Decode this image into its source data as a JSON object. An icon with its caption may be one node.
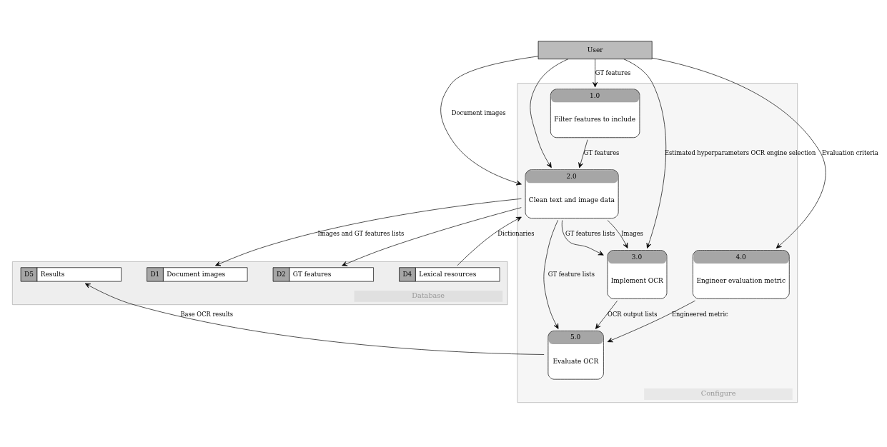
{
  "diagram": {
    "nodes": [
      {
        "text": [
          "User"
        ]
      },
      {
        "text": [
          "Configure"
        ]
      },
      {
        "text": [
          "2.0",
          "Clean text and image data"
        ],
        "in": 1
      },
      {
        "text": [
          "3.0",
          "Implement OCR"
        ],
        "in": 1
      },
      {
        "text": [
          "1.0",
          "Filter features to include"
        ],
        "in": 1
      },
      {
        "text": [
          "4.0",
          "Engineer evaluation metric"
        ],
        "in": 1
      },
      {
        "text": [
          "5.0",
          "Evaluate OCR"
        ],
        "in": 1
      },
      {
        "text": [
          "Database"
        ]
      },
      {
        "text": [
          "D1",
          "Document images"
        ],
        "in": 7
      },
      {
        "text": [
          "D2",
          "GT features"
        ],
        "in": 7
      },
      {
        "text": [
          "D4",
          "Lexical resources"
        ],
        "in": 7
      },
      {
        "text": [
          "D5",
          "Results"
        ],
        "in": 7
      }
    ],
    "edges": [
      {
        "from": 0,
        "to": 5,
        "arrow": "to",
        "label": "Evaluation criteria"
      },
      {
        "from": 0,
        "to": 4,
        "arrow": "to",
        "label": "GT features"
      },
      {
        "from": 0,
        "to": 2,
        "arrow": "to",
        "label": "Document images"
      },
      {
        "from": 0,
        "to": 2,
        "arrow": "to"
      },
      {
        "from": 0,
        "to": 3,
        "arrow": "to",
        "label": "Estimated hyperparameters OCR engine selection"
      },
      {
        "from": 2,
        "to": 8,
        "arrow": "to",
        "label": "Images and GT features lists"
      },
      {
        "from": 2,
        "to": 9,
        "arrow": "to"
      },
      {
        "from": 2,
        "to": 3,
        "arrow": "to",
        "label": "GT features lists"
      },
      {
        "from": 2,
        "to": 3,
        "arrow": "to",
        "label": "Images"
      },
      {
        "from": 3,
        "to": 6,
        "arrow": "to",
        "label": "OCR output lists"
      },
      {
        "from": 10,
        "to": 2,
        "arrow": "to",
        "label": "Dictionaries"
      },
      {
        "from": 4,
        "to": 2,
        "arrow": "to",
        "label": "GT features"
      },
      {
        "from": 2,
        "to": 6,
        "arrow": "to",
        "label": "GT feature lists"
      },
      {
        "from": 5,
        "to": 6,
        "arrow": "to",
        "label": "Engineered metric"
      },
      {
        "from": 6,
        "to": 11,
        "arrow": "to",
        "label": "Base OCR results"
      }
    ]
  }
}
